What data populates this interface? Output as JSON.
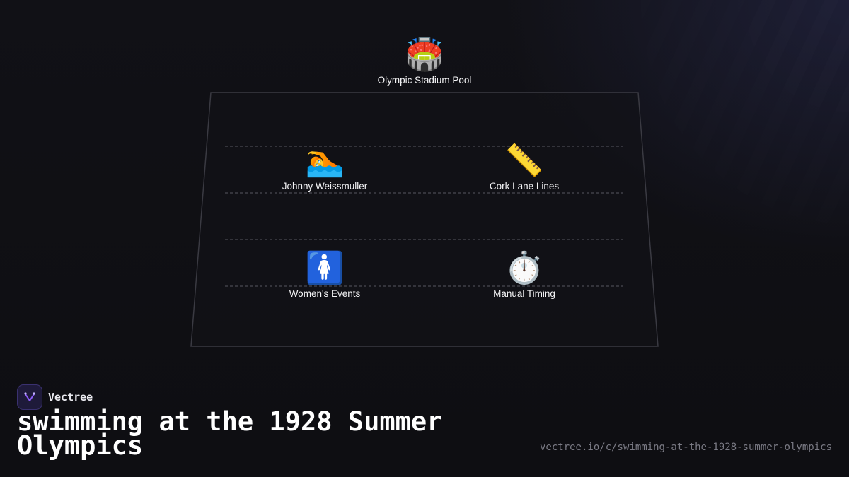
{
  "diagram": {
    "root": {
      "icon": "stadium-icon",
      "emoji": "🏟️",
      "label": "Olympic Stadium Pool"
    },
    "items": [
      {
        "icon": "swimmer-icon",
        "emoji": "🏊",
        "label": "Johnny Weissmuller"
      },
      {
        "icon": "ruler-icon",
        "emoji": "📏",
        "label": "Cork Lane Lines"
      },
      {
        "icon": "womens-icon",
        "emoji": "🚺",
        "label": "Women's Events"
      },
      {
        "icon": "stopwatch-icon",
        "emoji": "⏱️",
        "label": "Manual Timing"
      }
    ]
  },
  "brand": {
    "name": "Vectree",
    "icon": "vectree-logo-icon"
  },
  "title": "swimming at the 1928 Summer Olympics",
  "url": "vectree.io/c/swimming-at-the-1928-summer-olympics",
  "colors": {
    "background": "#0f0f13",
    "pool_outline": "#3a3a42",
    "lane_lines": "#4a4a52",
    "brand_accent": "#8b5cf6"
  }
}
